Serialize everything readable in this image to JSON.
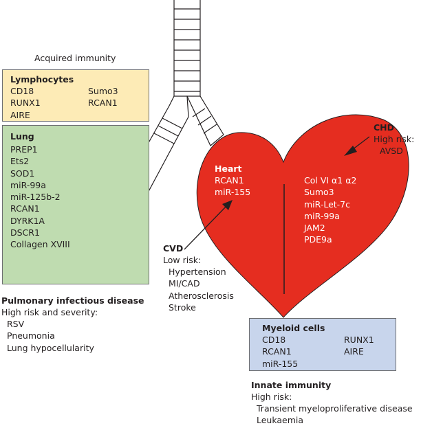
{
  "colors": {
    "heart": "#e52d20",
    "lymphocytes_box": "#fdebb6",
    "lung_box": "#bfdcb0",
    "myeloid_box": "#c8d5ec",
    "text": "#231f20",
    "outline": "#6d6e71"
  },
  "acquired_immunity": {
    "label": "Acquired immunity"
  },
  "lymphocytes": {
    "title": "Lymphocytes",
    "col1": [
      "CD18",
      "RUNX1",
      "AIRE"
    ],
    "col2": [
      "Sumo3",
      "RCAN1"
    ]
  },
  "lung": {
    "title": "Lung",
    "items": [
      "PREP1",
      "Ets2",
      "SOD1",
      "miR-99a",
      "miR-125b-2",
      "RCAN1",
      "DYRK1A",
      "DSCR1",
      "Collagen XVIII"
    ]
  },
  "pulmonary": {
    "title": "Pulmonary infectious disease",
    "subtitle": "High risk and severity:",
    "items": [
      "RSV",
      "Pneumonia",
      "Lung hypocellularity"
    ]
  },
  "heart": {
    "title": "Heart",
    "left_items": [
      "RCAN1",
      "miR-155"
    ],
    "right_items": [
      "Col VI α1 α2",
      "Sumo3",
      "miR-Let-7c",
      "miR-99a",
      "JAM2",
      "PDE9a"
    ]
  },
  "chd": {
    "title": "CHD",
    "risk": "High risk:",
    "items": [
      "AVSD"
    ]
  },
  "cvd": {
    "title": "CVD",
    "risk": "Low risk:",
    "items": [
      "Hypertension",
      "MI/CAD",
      "Atherosclerosis",
      "Stroke"
    ]
  },
  "myeloid": {
    "title": "Myeloid cells",
    "col1": [
      "CD18",
      "RCAN1",
      "miR-155"
    ],
    "col2": [
      "RUNX1",
      "AIRE"
    ]
  },
  "innate": {
    "title": "Innate immunity",
    "risk": "High risk:",
    "items": [
      "Transient myeloproliferative disease",
      "Leukaemia"
    ]
  }
}
